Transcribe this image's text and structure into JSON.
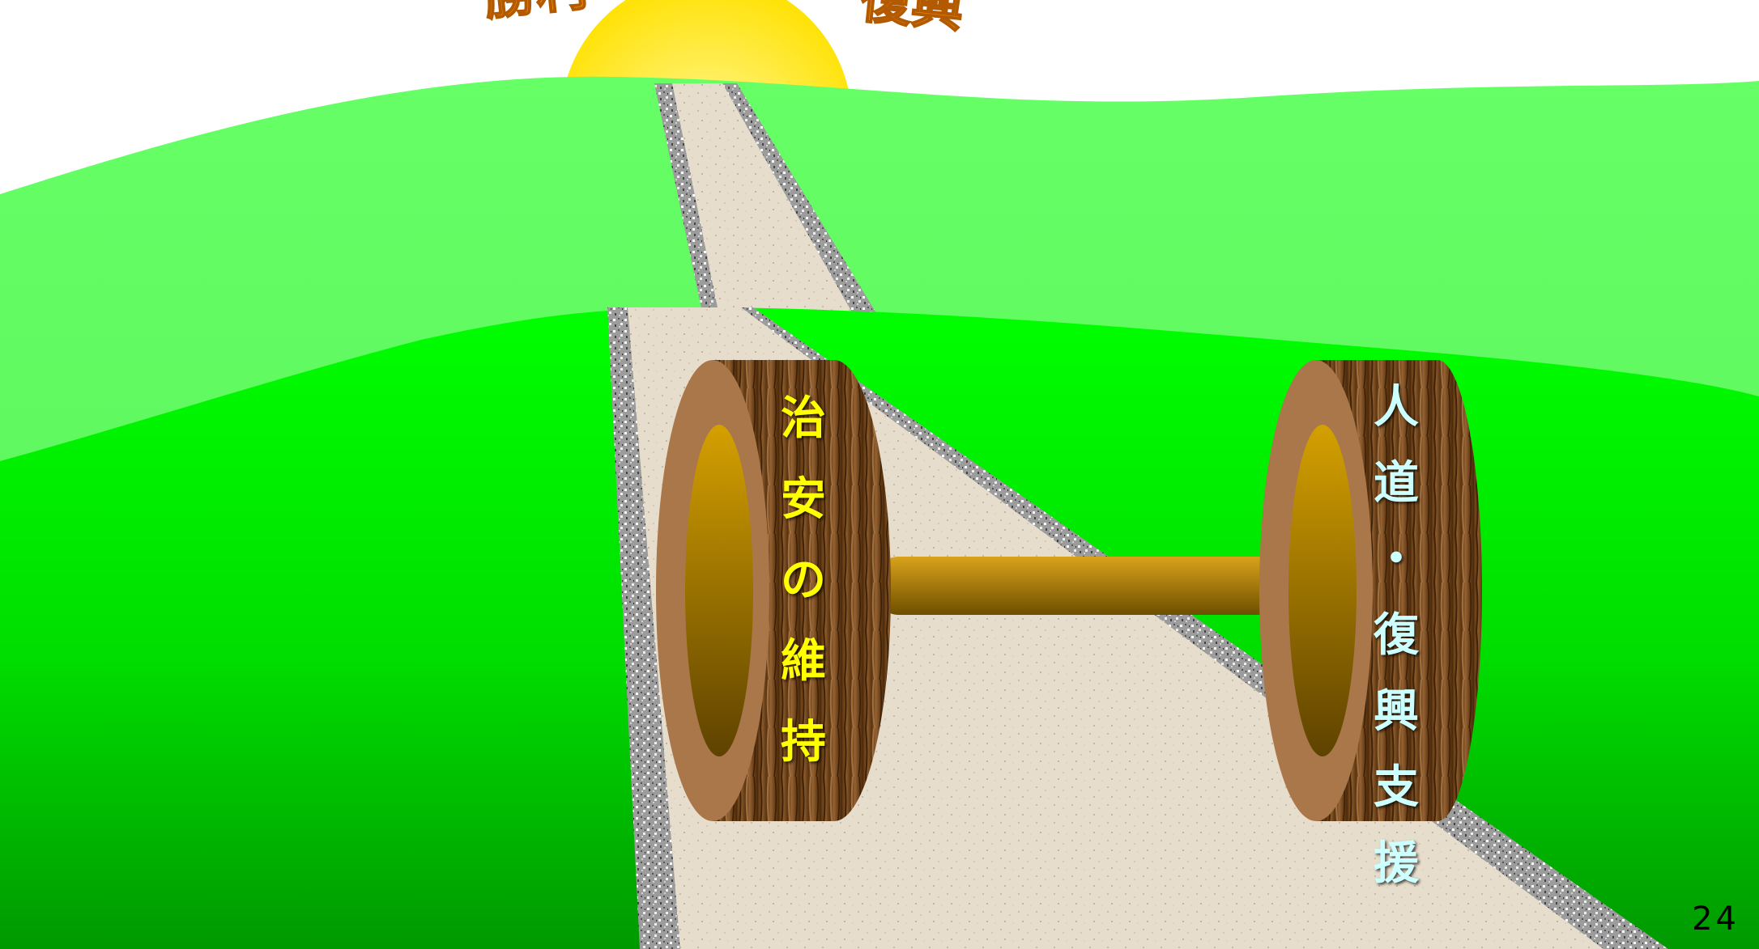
{
  "slide": {
    "title_partial": "…復興",
    "left_wheel_label": [
      "治",
      "安",
      "の",
      "維",
      "持"
    ],
    "right_wheel_label": [
      "人",
      "道",
      "・",
      "復",
      "興",
      "支",
      "援"
    ],
    "page_number": "24"
  },
  "colors": {
    "far_hill": "#66ff66",
    "near_hill": "#00ff00",
    "road": "#e6dccb",
    "gravel": "#9a9a9a",
    "sun": "#ffee22",
    "wood": "#7a4a22",
    "axle": "#b8860b",
    "left_label": "#ffff00",
    "right_label": "#ccffff"
  },
  "icons": [
    "sun-icon",
    "wheel-icon"
  ]
}
